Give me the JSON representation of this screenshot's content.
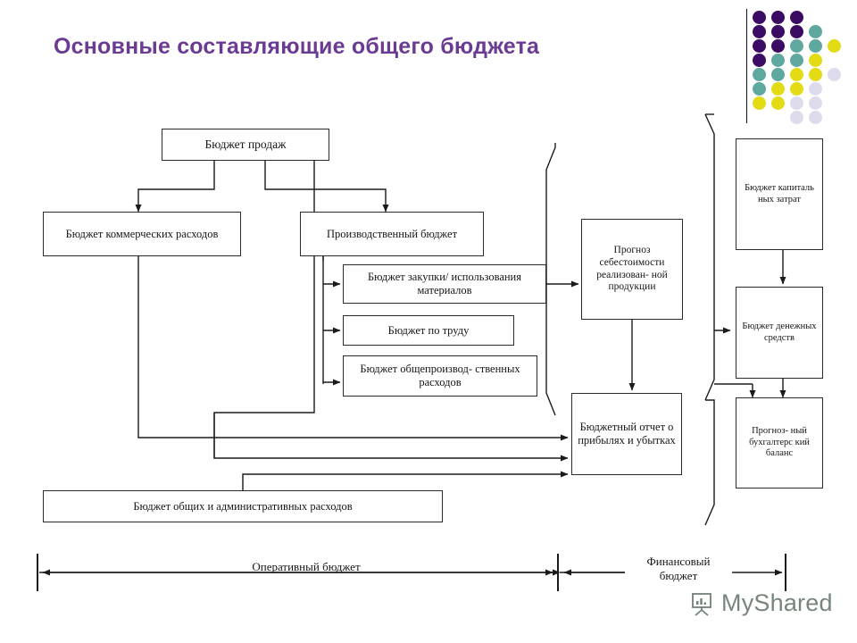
{
  "slide": {
    "title": "Основные составляющие общего бюджета",
    "title_color": "#6B3B93",
    "background_color": "#ffffff"
  },
  "decor": {
    "name": "dot-grid",
    "colors": {
      "purple": "#3B0A63",
      "teal": "#5FA8A0",
      "yellow": "#E3DC15",
      "pale": "#DEDCEC"
    },
    "grid": [
      [
        "purple",
        "purple",
        "purple",
        "none",
        "none"
      ],
      [
        "purple",
        "purple",
        "purple",
        "teal",
        "none"
      ],
      [
        "purple",
        "purple",
        "teal",
        "teal",
        "yellow"
      ],
      [
        "purple",
        "teal",
        "teal",
        "yellow",
        "none"
      ],
      [
        "teal",
        "teal",
        "yellow",
        "yellow",
        "pale"
      ],
      [
        "teal",
        "yellow",
        "yellow",
        "pale",
        "none"
      ],
      [
        "yellow",
        "yellow",
        "pale",
        "pale",
        "none"
      ],
      [
        "none",
        "none",
        "pale",
        "pale",
        "none"
      ]
    ]
  },
  "diagram": {
    "type": "flowchart",
    "nodes": [
      {
        "id": "sales",
        "label": "Бюджет продаж"
      },
      {
        "id": "commercial",
        "label": "Бюджет коммерческих расходов"
      },
      {
        "id": "production",
        "label": "Производственный бюджет"
      },
      {
        "id": "materials",
        "label": "Бюджет закупки/ использования  материалов"
      },
      {
        "id": "labor",
        "label": "Бюджет по труду"
      },
      {
        "id": "overhead",
        "label": "Бюджет общепроизвод- ственных расходов"
      },
      {
        "id": "cogs",
        "label": "Прогноз себестоимости реализован- ной продукции"
      },
      {
        "id": "pnl",
        "label": "Бюджетный отчет о прибылях и убытках"
      },
      {
        "id": "admin",
        "label": "Бюджет общих и административных расходов"
      },
      {
        "id": "capex",
        "label": "Бюджет капиталь ных затрат"
      },
      {
        "id": "cash",
        "label": "Бюджет денежных средств"
      },
      {
        "id": "balance",
        "label": "Прогноз- ный бухгалтерс кий баланс"
      }
    ],
    "edges": [
      {
        "from": "sales",
        "to": "commercial"
      },
      {
        "from": "sales",
        "to": "production"
      },
      {
        "from": "sales",
        "to": "pnl"
      },
      {
        "from": "production",
        "to": "materials"
      },
      {
        "from": "production",
        "to": "labor"
      },
      {
        "from": "production",
        "to": "overhead"
      },
      {
        "from": "materials",
        "to": "cogs"
      },
      {
        "from": "labor",
        "to": "cogs"
      },
      {
        "from": "overhead",
        "to": "cogs"
      },
      {
        "from": "cogs",
        "to": "pnl"
      },
      {
        "from": "commercial",
        "to": "pnl"
      },
      {
        "from": "admin",
        "to": "pnl"
      },
      {
        "from": "capex",
        "to": "cash"
      },
      {
        "from": "pnl",
        "to": "cash"
      },
      {
        "from": "cash",
        "to": "balance"
      },
      {
        "from": "capex",
        "to": "balance"
      }
    ]
  },
  "scale": {
    "operational_label": "Оперативный бюджет",
    "financial_label_line1": "Финансовый",
    "financial_label_line2": "бюджет"
  },
  "watermark": {
    "text": "MyShared",
    "icon": "presentation-easel-icon"
  }
}
